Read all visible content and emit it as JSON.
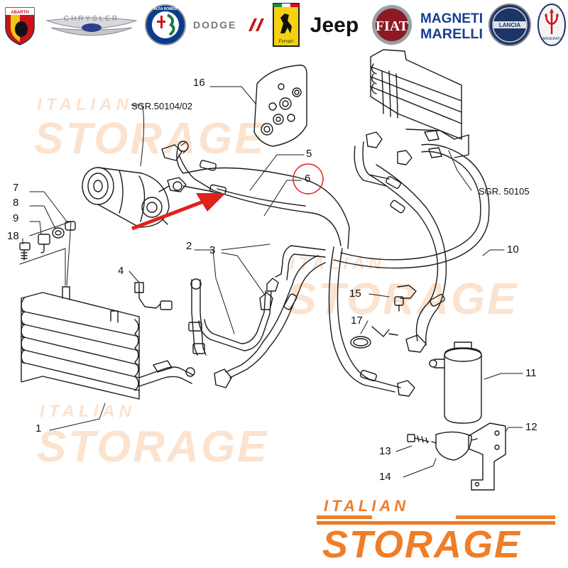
{
  "brands": [
    {
      "name": "ABARTH",
      "icon": "abarth-scorpion-shield-icon"
    },
    {
      "name": "CHRYSLER",
      "icon": "chrysler-wings-icon"
    },
    {
      "name": "ALFA ROMEO",
      "icon": "alfa-romeo-roundel-icon"
    },
    {
      "name": "DODGE",
      "icon": "dodge-stripes-icon"
    },
    {
      "name": "Ferrari",
      "icon": "ferrari-prancing-horse-icon"
    },
    {
      "name": "Jeep",
      "icon": "jeep-wordmark-icon"
    },
    {
      "name": "FIAT",
      "icon": "fiat-badge-icon"
    },
    {
      "name": "MAGNETI MARELLI",
      "icon": "magneti-marelli-wordmark-icon"
    },
    {
      "name": "LANCIA",
      "icon": "lancia-badge-icon"
    },
    {
      "name": "MASERATI",
      "icon": "maserati-trident-icon"
    }
  ],
  "callouts": {
    "c1": "1",
    "c2": "2",
    "c3": "3",
    "c4": "4",
    "c5": "5",
    "c6": "6",
    "c7": "7",
    "c8": "8",
    "c9": "9",
    "c10": "10",
    "c11": "11",
    "c12": "12",
    "c13": "13",
    "c14": "14",
    "c15": "15",
    "c16": "16",
    "c17": "17",
    "c18": "18"
  },
  "references": {
    "sgr_top": "SGR.50104/02",
    "sgr_right": "SGR. 50105"
  },
  "watermark": {
    "line1": "ITALIAN",
    "line2": "STORAGE"
  },
  "colors": {
    "accent_orange": "#f07d28",
    "watermark_orange": "#fbe3cf",
    "line": "#1a1a1a",
    "highlight_arrow": "#e0221c",
    "highlight_circle": "#e0221c"
  }
}
